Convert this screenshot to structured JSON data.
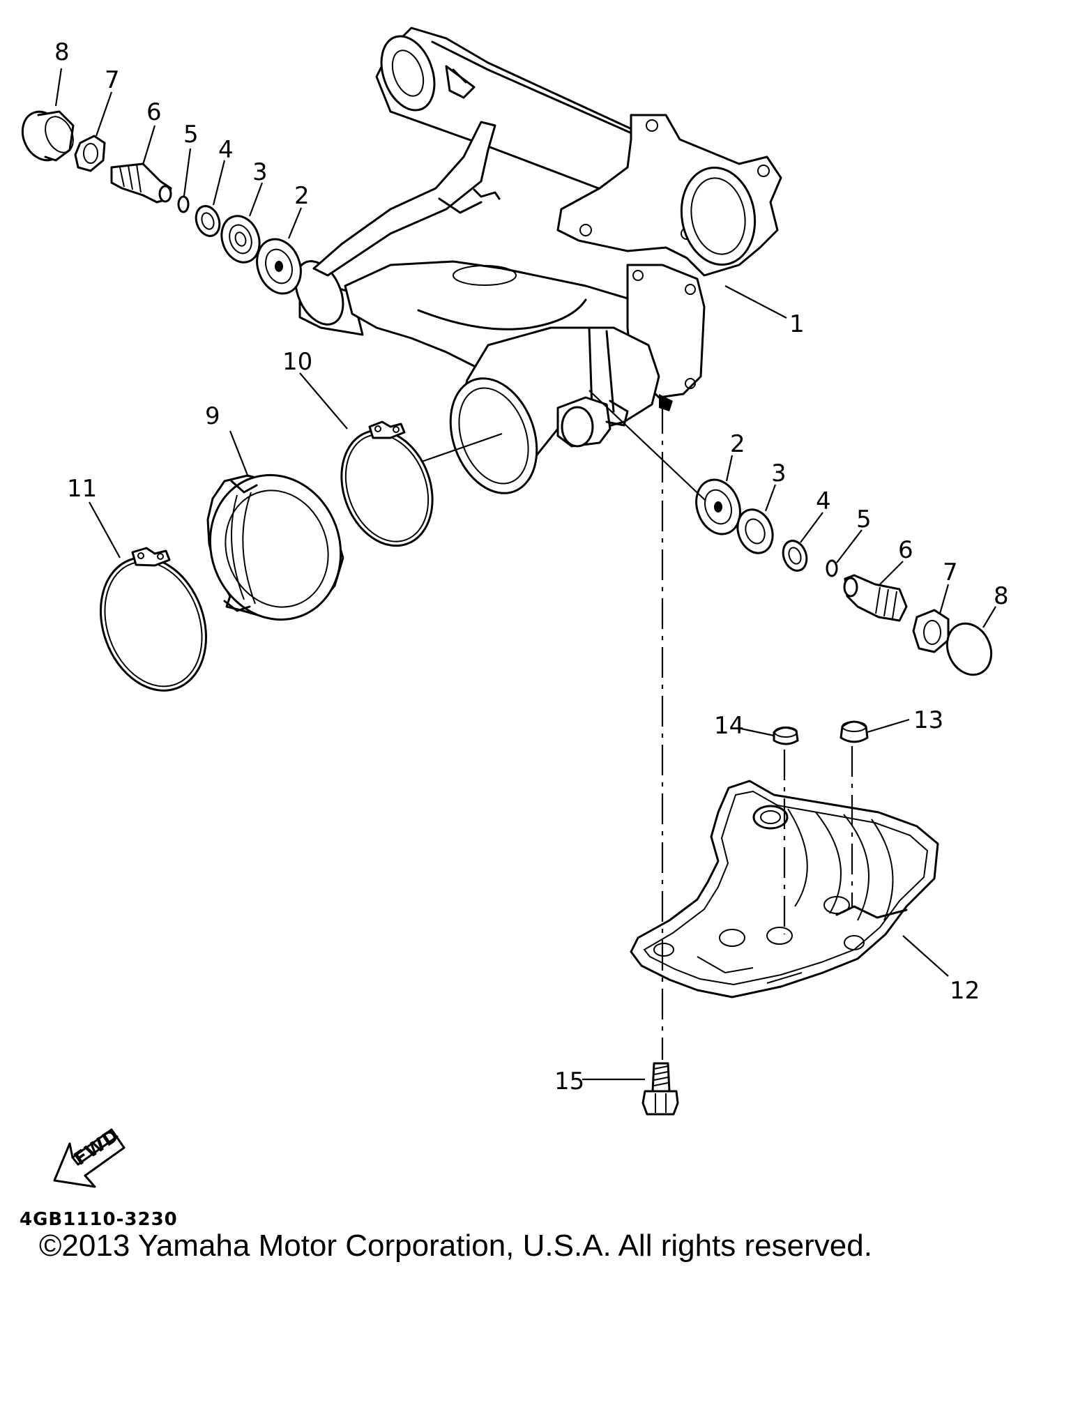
{
  "diagram": {
    "part_code": "4GB1110-3230",
    "copyright": "©2013 Yamaha Motor Corporation, U.S.A. All rights reserved.",
    "fwd_label": "FWD",
    "callouts": {
      "c1": "1",
      "c2_left": "2",
      "c3_left": "3",
      "c4_left": "4",
      "c5_left": "5",
      "c6_left": "6",
      "c7_left": "7",
      "c8_left": "8",
      "c2_right": "2",
      "c3_right": "3",
      "c4_right": "4",
      "c5_right": "5",
      "c6_right": "6",
      "c7_right": "7",
      "c8_right": "8",
      "c9": "9",
      "c10": "10",
      "c11": "11",
      "c12": "12",
      "c13": "13",
      "c14": "14",
      "c15": "15"
    }
  }
}
